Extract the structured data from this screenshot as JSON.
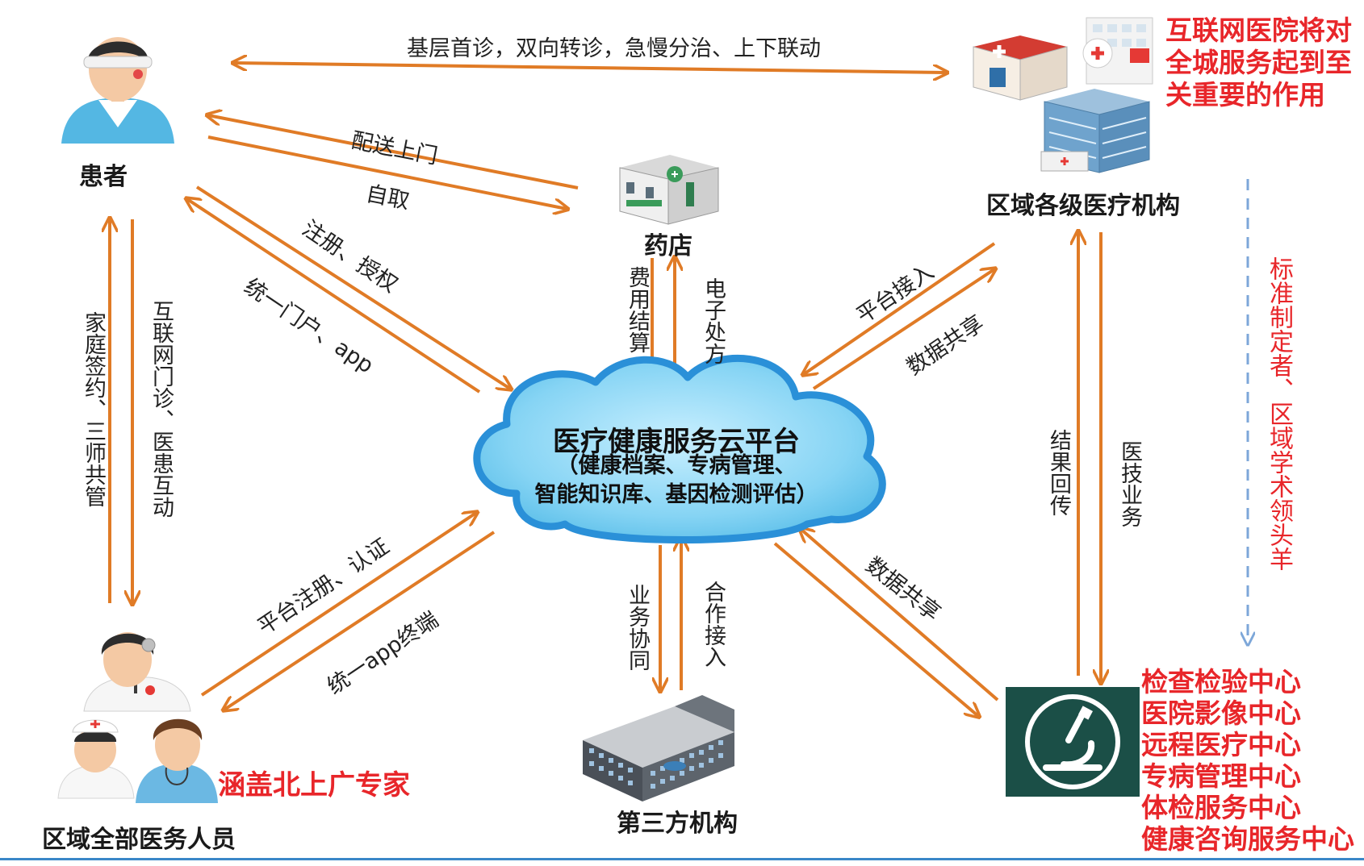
{
  "nodes": {
    "patient": "患者",
    "pharmacy": "药店",
    "hospitals": "区域各级医疗机构",
    "cloud": {
      "title": "医疗健康服务云平台",
      "line1": "（健康档案、专病管理、",
      "line2": "智能知识库、基因检测评估）"
    },
    "staff": "区域全部医务人员",
    "third_party": "第三方机构"
  },
  "edges": {
    "patient_hospitals": "基层首诊，双向转诊，急慢分治、上下联动",
    "delivery": "配送上门",
    "pickup": "自取",
    "register_auth": "注册、授权",
    "portal_app": "统一门户、app",
    "family_doctor": "家庭签约、三师共管",
    "online_clinic": "互联网门诊、医患互动",
    "fee_settlement": "费用结算",
    "e_prescription": "电子处方",
    "platform_access": "平台接入",
    "data_share_top": "数据共享",
    "result_return": "结果回传",
    "tech_service": "医技业务",
    "platform_register": "平台注册、认证",
    "unified_app": "统一app终端",
    "business_collab": "业务协同",
    "partner_access": "合作接入",
    "data_share_bottom": "数据共享"
  },
  "annotations": {
    "internet_hospital_lines": [
      "互联网医院将对",
      "全城服务起到至",
      "关重要的作用"
    ],
    "standards": "标准制定者、区域学术领头羊",
    "experts": "涵盖北上广专家",
    "centers": [
      "检查检验中心",
      "医院影像中心",
      "远程医疗中心",
      "专病管理中心",
      "体检服务中心",
      "健康咨询服务中心"
    ]
  },
  "colors": {
    "arrow": "#e07b26",
    "annotation_red": "#e8262a",
    "cloud_fill": "#7fd0f0",
    "cloud_stroke": "#2a90d8",
    "dashed_arrow": "#7da7d9",
    "microscope_bg": "#1b4f47"
  },
  "icons": {
    "patient": "patient-avatar-icon",
    "pharmacy": "pharmacy-building-icon",
    "hospitals": "hospital-buildings-icon",
    "staff": "medical-staff-icon",
    "third_party": "office-building-icon",
    "centers": "microscope-icon"
  }
}
